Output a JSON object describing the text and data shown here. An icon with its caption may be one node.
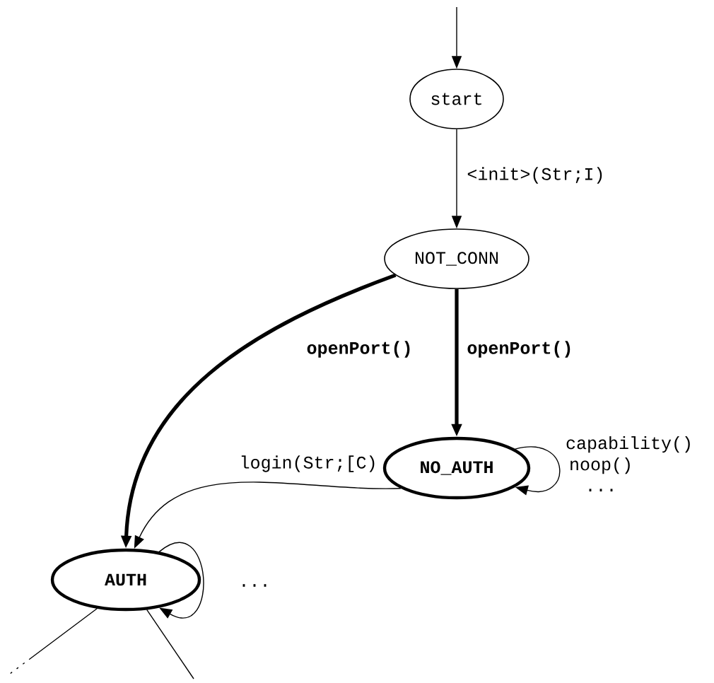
{
  "diagram": {
    "nodes": [
      {
        "text": [
          "start"
        ]
      },
      {
        "text": [
          "NOT_CONN"
        ]
      },
      {
        "text": [
          "NO_AUTH"
        ]
      },
      {
        "text": [
          "AUTH"
        ]
      }
    ],
    "edges": [
      {
        "from": null,
        "to": 0,
        "arrow": "to"
      },
      {
        "from": 0,
        "to": 1,
        "arrow": "to",
        "label": "<init>(Str;I)"
      },
      {
        "from": 1,
        "to": 3,
        "arrow": "to",
        "label": "openPort()",
        "style": "thick"
      },
      {
        "from": 1,
        "to": 2,
        "arrow": "to",
        "label": "openPort()",
        "style": "thick"
      },
      {
        "from": 2,
        "to": 2,
        "arrow": "to",
        "label": "capability() noop() ..."
      },
      {
        "from": 2,
        "to": 3,
        "arrow": "to",
        "label": "login(Str;[C)"
      },
      {
        "from": 3,
        "to": 3,
        "arrow": "to",
        "label": "..."
      },
      {
        "from": 3,
        "to": null,
        "arrow": "none",
        "style": "dashed"
      },
      {
        "from": 3,
        "to": null,
        "arrow": "none",
        "style": "dashed"
      }
    ]
  }
}
